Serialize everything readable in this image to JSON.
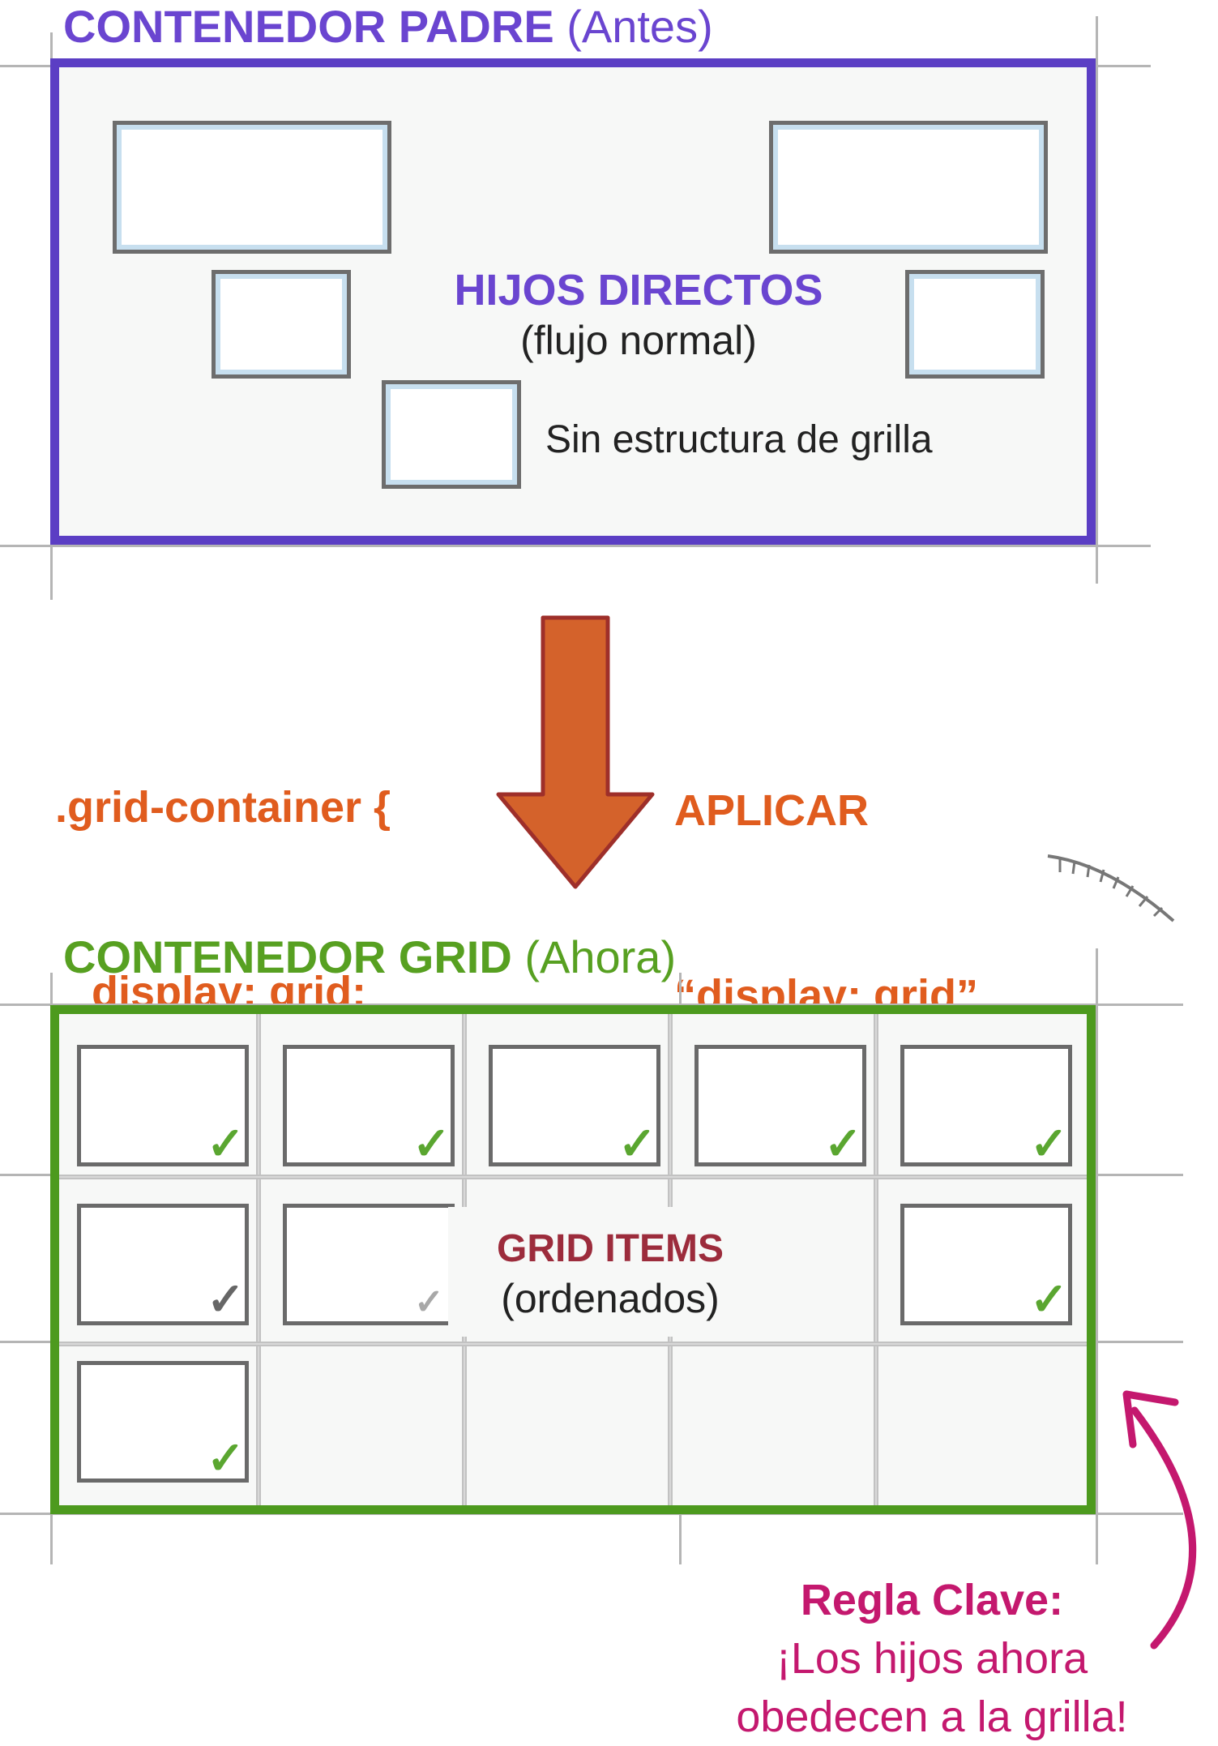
{
  "before": {
    "title_bold": "CONTENEDOR PADRE",
    "title_light": " (Antes)",
    "children_label": "HIJOS DIRECTOS",
    "children_sublabel": "(flujo normal)",
    "no_grid_note": "Sin estructura de grilla"
  },
  "transition": {
    "code_lines": [
      ".grid-container {",
      "   display: grid;",
      "}"
    ],
    "apply_line1": "APLICAR",
    "apply_line2": "“display: grid”",
    "arrow_color": "#d4622b"
  },
  "after": {
    "title_bold": "CONTENEDOR GRID",
    "title_light": " (Ahora)",
    "items_label": "GRID ITEMS",
    "items_sublabel": "(ordenados)"
  },
  "rule": {
    "line1": "Regla Clave:",
    "line2": "¡Los hijos ahora",
    "line3": "obedecen a la grilla!"
  },
  "colors": {
    "before_border": "#5b3ec4",
    "after_border": "#4d9a1e",
    "code_orange": "#e05c1e",
    "rule_magenta": "#c4186e",
    "check_green": "#5aa630"
  }
}
